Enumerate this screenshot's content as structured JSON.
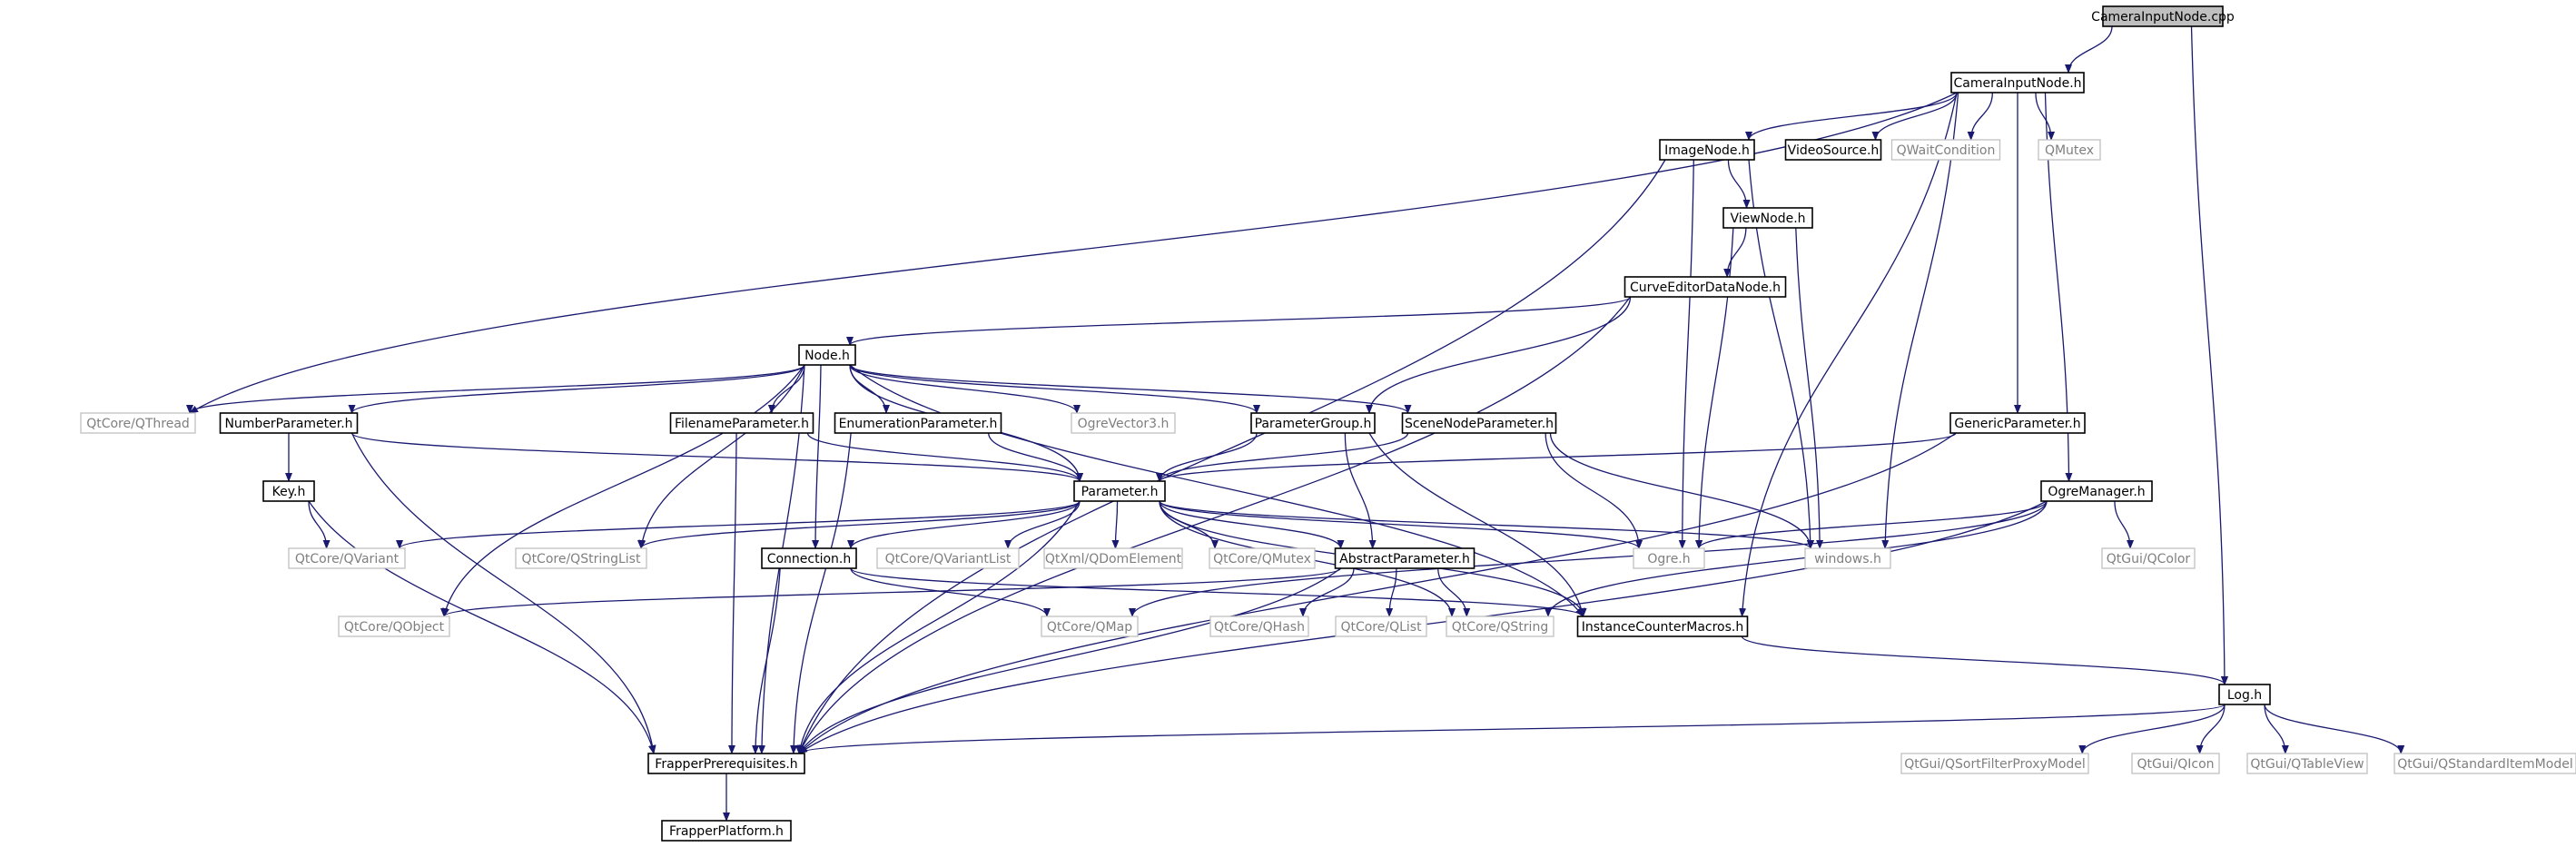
{
  "nodes": [
    {
      "id": "CameraInputNode.cpp",
      "label": "CameraInputNode.cpp",
      "style": "root"
    },
    {
      "id": "CameraInputNode.h",
      "label": "CameraInputNode.h",
      "style": "normal"
    },
    {
      "id": "Log.h",
      "label": "Log.h",
      "style": "normal"
    },
    {
      "id": "ImageNode.h",
      "label": "ImageNode.h",
      "style": "normal"
    },
    {
      "id": "VideoSource.h",
      "label": "VideoSource.h",
      "style": "normal"
    },
    {
      "id": "QWaitCondition",
      "label": "QWaitCondition",
      "style": "sys"
    },
    {
      "id": "QMutex",
      "label": "QMutex",
      "style": "sys"
    },
    {
      "id": "ViewNode.h",
      "label": "ViewNode.h",
      "style": "normal"
    },
    {
      "id": "CurveEditorDataNode.h",
      "label": "CurveEditorDataNode.h",
      "style": "normal"
    },
    {
      "id": "Node.h",
      "label": "Node.h",
      "style": "normal"
    },
    {
      "id": "GenericParameter.h",
      "label": "GenericParameter.h",
      "style": "normal"
    },
    {
      "id": "QtCore/QThread",
      "label": "QtCore/QThread",
      "style": "sys"
    },
    {
      "id": "NumberParameter.h",
      "label": "NumberParameter.h",
      "style": "normal"
    },
    {
      "id": "FilenameParameter.h",
      "label": "FilenameParameter.h",
      "style": "normal"
    },
    {
      "id": "EnumerationParameter.h",
      "label": "EnumerationParameter.h",
      "style": "normal"
    },
    {
      "id": "OgreVector3.h",
      "label": "OgreVector3.h",
      "style": "sys"
    },
    {
      "id": "ParameterGroup.h",
      "label": "ParameterGroup.h",
      "style": "normal"
    },
    {
      "id": "SceneNodeParameter.h",
      "label": "SceneNodeParameter.h",
      "style": "normal"
    },
    {
      "id": "Key.h",
      "label": "Key.h",
      "style": "normal"
    },
    {
      "id": "Parameter.h",
      "label": "Parameter.h",
      "style": "normal"
    },
    {
      "id": "OgreManager.h",
      "label": "OgreManager.h",
      "style": "normal"
    },
    {
      "id": "QtCore/QVariant",
      "label": "QtCore/QVariant",
      "style": "sys"
    },
    {
      "id": "QtCore/QStringList",
      "label": "QtCore/QStringList",
      "style": "sys"
    },
    {
      "id": "Connection.h",
      "label": "Connection.h",
      "style": "normal"
    },
    {
      "id": "QtCore/QVariantList",
      "label": "QtCore/QVariantList",
      "style": "sys"
    },
    {
      "id": "QtXml/QDomElement",
      "label": "QtXml/QDomElement",
      "style": "sys"
    },
    {
      "id": "QtCore/QMutex",
      "label": "QtCore/QMutex",
      "style": "sys"
    },
    {
      "id": "AbstractParameter.h",
      "label": "AbstractParameter.h",
      "style": "normal"
    },
    {
      "id": "Ogre.h",
      "label": "Ogre.h",
      "style": "sys"
    },
    {
      "id": "windows.h",
      "label": "windows.h",
      "style": "sys"
    },
    {
      "id": "QtGui/QColor",
      "label": "QtGui/QColor",
      "style": "sys"
    },
    {
      "id": "QtCore/QObject",
      "label": "QtCore/QObject",
      "style": "sys"
    },
    {
      "id": "QtCore/QMap",
      "label": "QtCore/QMap",
      "style": "sys"
    },
    {
      "id": "QtCore/QHash",
      "label": "QtCore/QHash",
      "style": "sys"
    },
    {
      "id": "QtCore/QList",
      "label": "QtCore/QList",
      "style": "sys"
    },
    {
      "id": "QtCore/QString",
      "label": "QtCore/QString",
      "style": "sys"
    },
    {
      "id": "InstanceCounterMacros.h",
      "label": "InstanceCounterMacros.h",
      "style": "normal"
    },
    {
      "id": "FrapperPrerequisites.h",
      "label": "FrapperPrerequisites.h",
      "style": "normal"
    },
    {
      "id": "QtGui/QSortFilterProxyModel",
      "label": "QtGui/QSortFilterProxyModel",
      "style": "sys"
    },
    {
      "id": "QtGui/QIcon",
      "label": "QtGui/QIcon",
      "style": "sys"
    },
    {
      "id": "QtGui/QTableView",
      "label": "QtGui/QTableView",
      "style": "sys"
    },
    {
      "id": "QtGui/QStandardItemModel",
      "label": "QtGui/QStandardItemModel",
      "style": "sys"
    },
    {
      "id": "FrapperPlatform.h",
      "label": "FrapperPlatform.h",
      "style": "normal"
    }
  ],
  "edges": [
    [
      "CameraInputNode.cpp",
      "CameraInputNode.h"
    ],
    [
      "CameraInputNode.cpp",
      "Log.h"
    ],
    [
      "CameraInputNode.h",
      "ImageNode.h"
    ],
    [
      "CameraInputNode.h",
      "VideoSource.h"
    ],
    [
      "CameraInputNode.h",
      "QWaitCondition"
    ],
    [
      "CameraInputNode.h",
      "QMutex"
    ],
    [
      "CameraInputNode.h",
      "QtCore/QThread"
    ],
    [
      "CameraInputNode.h",
      "GenericParameter.h"
    ],
    [
      "CameraInputNode.h",
      "OgreManager.h"
    ],
    [
      "CameraInputNode.h",
      "windows.h"
    ],
    [
      "CameraInputNode.h",
      "InstanceCounterMacros.h"
    ],
    [
      "ImageNode.h",
      "ViewNode.h"
    ],
    [
      "ImageNode.h",
      "FrapperPrerequisites.h"
    ],
    [
      "ImageNode.h",
      "Ogre.h"
    ],
    [
      "ImageNode.h",
      "windows.h"
    ],
    [
      "ViewNode.h",
      "CurveEditorDataNode.h"
    ],
    [
      "ViewNode.h",
      "Ogre.h"
    ],
    [
      "ViewNode.h",
      "windows.h"
    ],
    [
      "CurveEditorDataNode.h",
      "Node.h"
    ],
    [
      "CurveEditorDataNode.h",
      "ParameterGroup.h"
    ],
    [
      "CurveEditorDataNode.h",
      "FrapperPrerequisites.h"
    ],
    [
      "Node.h",
      "QtCore/QThread"
    ],
    [
      "Node.h",
      "NumberParameter.h"
    ],
    [
      "Node.h",
      "FilenameParameter.h"
    ],
    [
      "Node.h",
      "EnumerationParameter.h"
    ],
    [
      "Node.h",
      "OgreVector3.h"
    ],
    [
      "Node.h",
      "ParameterGroup.h"
    ],
    [
      "Node.h",
      "SceneNodeParameter.h"
    ],
    [
      "Node.h",
      "Parameter.h"
    ],
    [
      "Node.h",
      "QtCore/QStringList"
    ],
    [
      "Node.h",
      "QtCore/QObject"
    ],
    [
      "Node.h",
      "Connection.h"
    ],
    [
      "Node.h",
      "InstanceCounterMacros.h"
    ],
    [
      "Node.h",
      "FrapperPrerequisites.h"
    ],
    [
      "GenericParameter.h",
      "Parameter.h"
    ],
    [
      "GenericParameter.h",
      "FrapperPrerequisites.h"
    ],
    [
      "NumberParameter.h",
      "Key.h"
    ],
    [
      "NumberParameter.h",
      "Parameter.h"
    ],
    [
      "NumberParameter.h",
      "FrapperPrerequisites.h"
    ],
    [
      "FilenameParameter.h",
      "Parameter.h"
    ],
    [
      "FilenameParameter.h",
      "FrapperPrerequisites.h"
    ],
    [
      "EnumerationParameter.h",
      "Parameter.h"
    ],
    [
      "EnumerationParameter.h",
      "FrapperPrerequisites.h"
    ],
    [
      "ParameterGroup.h",
      "Parameter.h"
    ],
    [
      "ParameterGroup.h",
      "AbstractParameter.h"
    ],
    [
      "ParameterGroup.h",
      "InstanceCounterMacros.h"
    ],
    [
      "SceneNodeParameter.h",
      "Parameter.h"
    ],
    [
      "SceneNodeParameter.h",
      "Ogre.h"
    ],
    [
      "SceneNodeParameter.h",
      "windows.h"
    ],
    [
      "Key.h",
      "QtCore/QVariant"
    ],
    [
      "Key.h",
      "FrapperPrerequisites.h"
    ],
    [
      "Parameter.h",
      "QtCore/QVariant"
    ],
    [
      "Parameter.h",
      "QtCore/QStringList"
    ],
    [
      "Parameter.h",
      "Connection.h"
    ],
    [
      "Parameter.h",
      "QtCore/QVariantList"
    ],
    [
      "Parameter.h",
      "QtXml/QDomElement"
    ],
    [
      "Parameter.h",
      "QtCore/QMutex"
    ],
    [
      "Parameter.h",
      "AbstractParameter.h"
    ],
    [
      "Parameter.h",
      "Ogre.h"
    ],
    [
      "Parameter.h",
      "windows.h"
    ],
    [
      "Parameter.h",
      "QtCore/QString"
    ],
    [
      "Parameter.h",
      "InstanceCounterMacros.h"
    ],
    [
      "Parameter.h",
      "FrapperPrerequisites.h"
    ],
    [
      "OgreManager.h",
      "Ogre.h"
    ],
    [
      "OgreManager.h",
      "QtGui/QColor"
    ],
    [
      "OgreManager.h",
      "QtCore/QMap"
    ],
    [
      "OgreManager.h",
      "QtCore/QString"
    ],
    [
      "OgreManager.h",
      "FrapperPrerequisites.h"
    ],
    [
      "Connection.h",
      "QtCore/QMap"
    ],
    [
      "Connection.h",
      "InstanceCounterMacros.h"
    ],
    [
      "Connection.h",
      "FrapperPrerequisites.h"
    ],
    [
      "AbstractParameter.h",
      "QtCore/QObject"
    ],
    [
      "AbstractParameter.h",
      "QtCore/QHash"
    ],
    [
      "AbstractParameter.h",
      "QtCore/QList"
    ],
    [
      "AbstractParameter.h",
      "QtCore/QString"
    ],
    [
      "AbstractParameter.h",
      "FrapperPrerequisites.h"
    ],
    [
      "InstanceCounterMacros.h",
      "Log.h"
    ],
    [
      "Log.h",
      "FrapperPrerequisites.h"
    ],
    [
      "Log.h",
      "QtGui/QSortFilterProxyModel"
    ],
    [
      "Log.h",
      "QtGui/QIcon"
    ],
    [
      "Log.h",
      "QtGui/QTableView"
    ],
    [
      "Log.h",
      "QtGui/QStandardItemModel"
    ],
    [
      "FrapperPrerequisites.h",
      "FrapperPlatform.h"
    ]
  ]
}
